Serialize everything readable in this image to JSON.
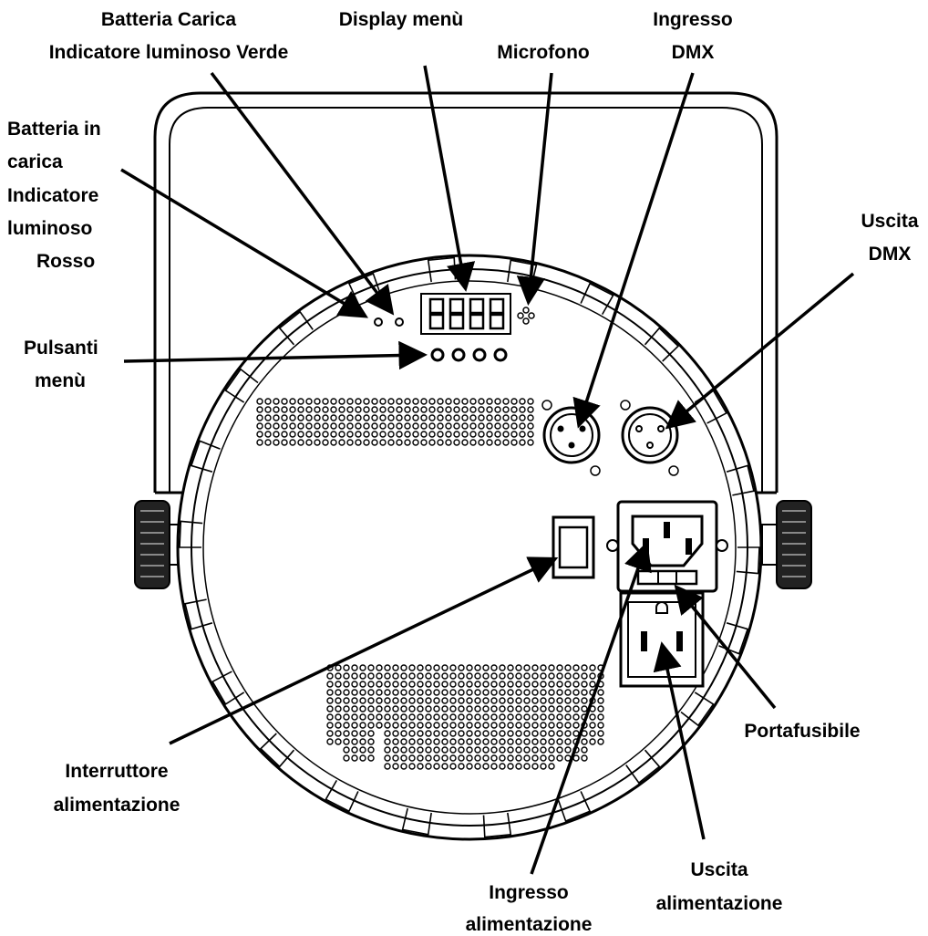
{
  "labels": {
    "battery_charged": [
      "Batteria Carica",
      "Indicatore luminoso Verde"
    ],
    "display_menu": "Display menù",
    "microphone": "Microfono",
    "dmx_in": [
      "Ingresso",
      "DMX"
    ],
    "battery_charging": [
      "Batteria in",
      "carica",
      "Indicatore",
      "luminoso",
      "Rosso"
    ],
    "dmx_out": [
      "Uscita",
      "DMX"
    ],
    "menu_buttons": [
      "Pulsanti",
      "menù"
    ],
    "fuse_holder": "Portafusibile",
    "power_switch": [
      "Interruttore",
      "alimentazione"
    ],
    "power_out": [
      "Uscita",
      "alimentazione"
    ],
    "power_in": [
      "Ingresso",
      "alimentazione"
    ]
  },
  "colors": {
    "ink": "#000000",
    "background": "#ffffff"
  }
}
